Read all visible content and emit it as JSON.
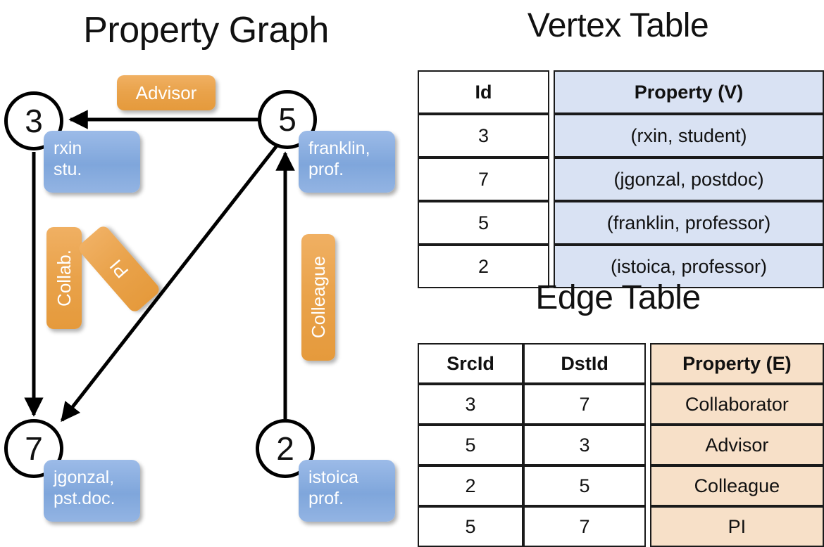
{
  "graph": {
    "title": "Property Graph",
    "nodes": [
      {
        "id": "3",
        "property": "rxin\nstu."
      },
      {
        "id": "5",
        "property": "franklin,\nprof."
      },
      {
        "id": "7",
        "property": "jgonzal,\npst.doc."
      },
      {
        "id": "2",
        "property": "istoica\nprof."
      }
    ],
    "node_labels": {
      "n3": "3",
      "n5": "5",
      "n7": "7",
      "n2": "2"
    },
    "property_lines": {
      "rxin_1": "rxin",
      "rxin_2": "stu.",
      "franklin_1": "franklin,",
      "franklin_2": "prof.",
      "jgonzal_1": "jgonzal,",
      "jgonzal_2": "pst.doc.",
      "istoica_1": "istoica",
      "istoica_2": "prof."
    },
    "edge_labels": {
      "advisor": "Advisor",
      "collab": "Collab.",
      "pi": "PI",
      "colleague": "Colleague"
    },
    "colors": {
      "vertex_box": "#8fb2e3",
      "edge_box": "#e9a24a",
      "node_stroke": "#000000"
    }
  },
  "vertex_table": {
    "title": "Vertex Table",
    "headers": [
      "Id",
      "Property (V)"
    ],
    "rows": [
      {
        "id": "3",
        "property": "(rxin, student)"
      },
      {
        "id": "7",
        "property": "(jgonzal, postdoc)"
      },
      {
        "id": "5",
        "property": "(franklin, professor)"
      },
      {
        "id": "2",
        "property": "(istoica, professor)"
      }
    ],
    "header_fill": "#d9e2f3",
    "cell_fill": "#d9e2f3"
  },
  "edge_table": {
    "title": "Edge Table",
    "headers": [
      "SrcId",
      "DstId",
      "Property (E)"
    ],
    "rows": [
      {
        "src": "3",
        "dst": "7",
        "property": "Collaborator"
      },
      {
        "src": "5",
        "dst": "3",
        "property": "Advisor"
      },
      {
        "src": "2",
        "dst": "5",
        "property": "Colleague"
      },
      {
        "src": "5",
        "dst": "7",
        "property": "PI"
      }
    ],
    "header_fill": "#f7e0c8",
    "cell_fill": "#f7e0c8"
  }
}
